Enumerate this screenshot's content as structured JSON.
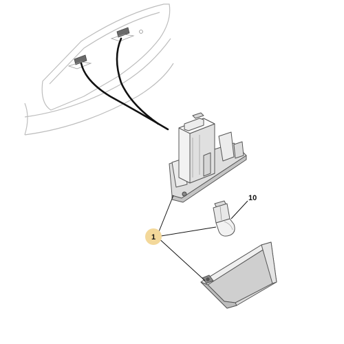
{
  "callouts": [
    {
      "id": "1",
      "label": "1",
      "bubble_color": "#f3d89a"
    },
    {
      "id": "10",
      "label": "10"
    }
  ],
  "colors": {
    "outline": "#5a5a5a",
    "light_outline": "#b8b8b8",
    "part_fill": "#e9e9e9",
    "part_shade": "#d2d2d2",
    "dark_fill": "#4a4a4a",
    "cable": "#111111",
    "leader": "#111111"
  }
}
